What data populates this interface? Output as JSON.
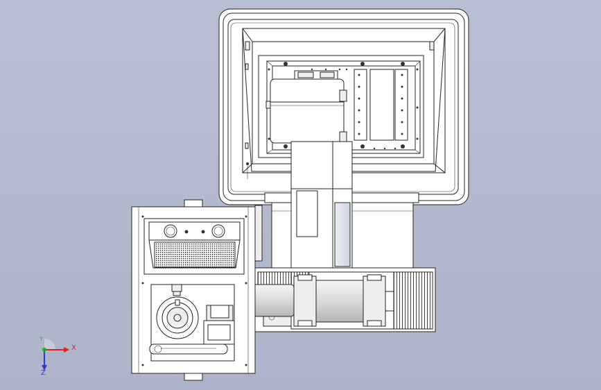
{
  "viewport": {
    "background": "#b3b9cd"
  },
  "triad": {
    "x_label": "X",
    "y_label": "Y",
    "z_label": "Z",
    "x_color": "#e0201c",
    "y_color": "#1fb21f",
    "z_color": "#2a36c8"
  },
  "icons": {
    "axis_triad": "axis-triad-icon"
  }
}
